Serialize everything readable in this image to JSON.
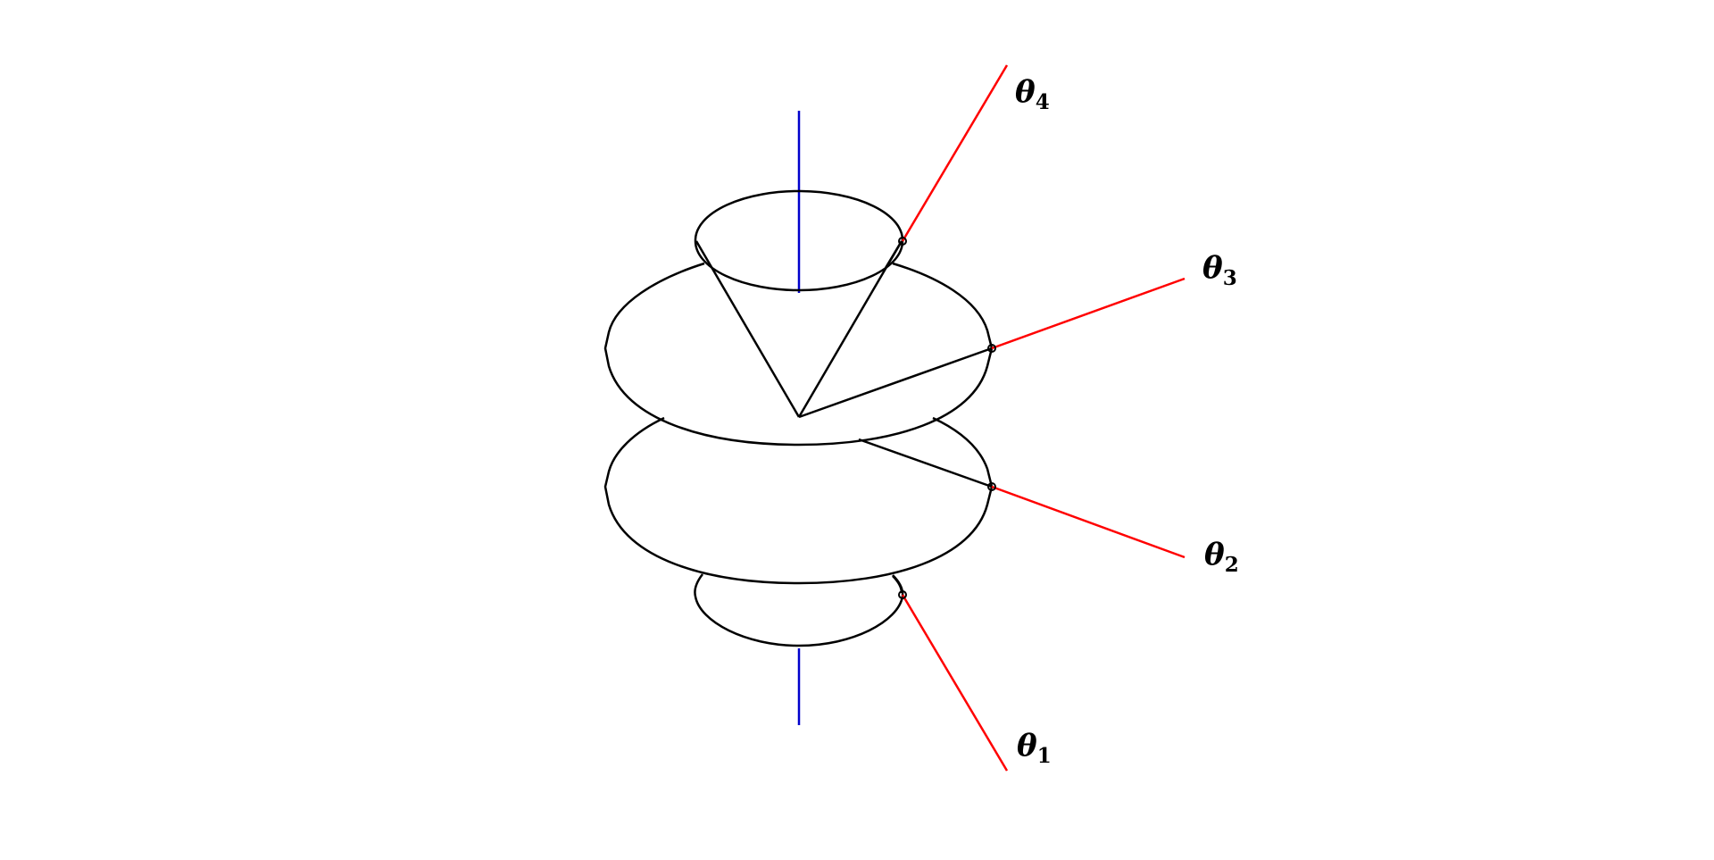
{
  "colors": {
    "axis": "#0000cc",
    "outline": "#000000",
    "ray": "#ff0000",
    "background": "#ffffff"
  },
  "labels": [
    {
      "symbol": "θ",
      "subscript": "4"
    },
    {
      "symbol": "θ",
      "subscript": "3"
    },
    {
      "symbol": "θ",
      "subscript": "2"
    },
    {
      "symbol": "θ",
      "subscript": "1"
    }
  ]
}
